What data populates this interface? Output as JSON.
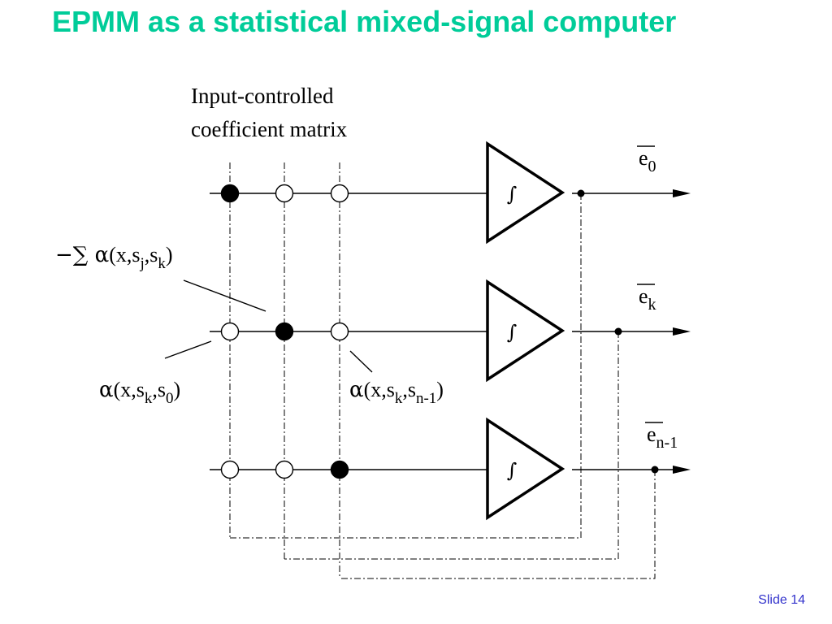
{
  "slide": {
    "title": "EPMM as a statistical mixed-signal computer",
    "footer": "Slide 14"
  },
  "diagram": {
    "matrix_label": {
      "line1": "Input-controlled",
      "line2": "coefficient matrix"
    },
    "integral_symbol": "∫",
    "outputs": [
      {
        "letter": "e",
        "subscript": "0"
      },
      {
        "letter": "e",
        "subscript": "k"
      },
      {
        "letter": "e",
        "subscript": "n-1"
      }
    ],
    "labels": {
      "sum": {
        "prefix": "−∑ ",
        "alpha": "α",
        "open": "(x,s",
        "sub1": "j",
        "comma": ",s",
        "sub2": "k",
        "close": ")"
      },
      "alpha_k0": {
        "alpha": "α",
        "open": "(x,s",
        "sub1": "k",
        "comma": ",s",
        "sub2": "0",
        "close": ")"
      },
      "alpha_kn1": {
        "alpha": "α",
        "open": "(x,s",
        "sub1": "k",
        "comma": ",s",
        "sub2": "n-1",
        "close": ")"
      }
    },
    "matrix_nodes": [
      [
        "filled",
        "open",
        "open"
      ],
      [
        "open",
        "filled",
        "open"
      ],
      [
        "open",
        "open",
        "filled"
      ]
    ]
  }
}
